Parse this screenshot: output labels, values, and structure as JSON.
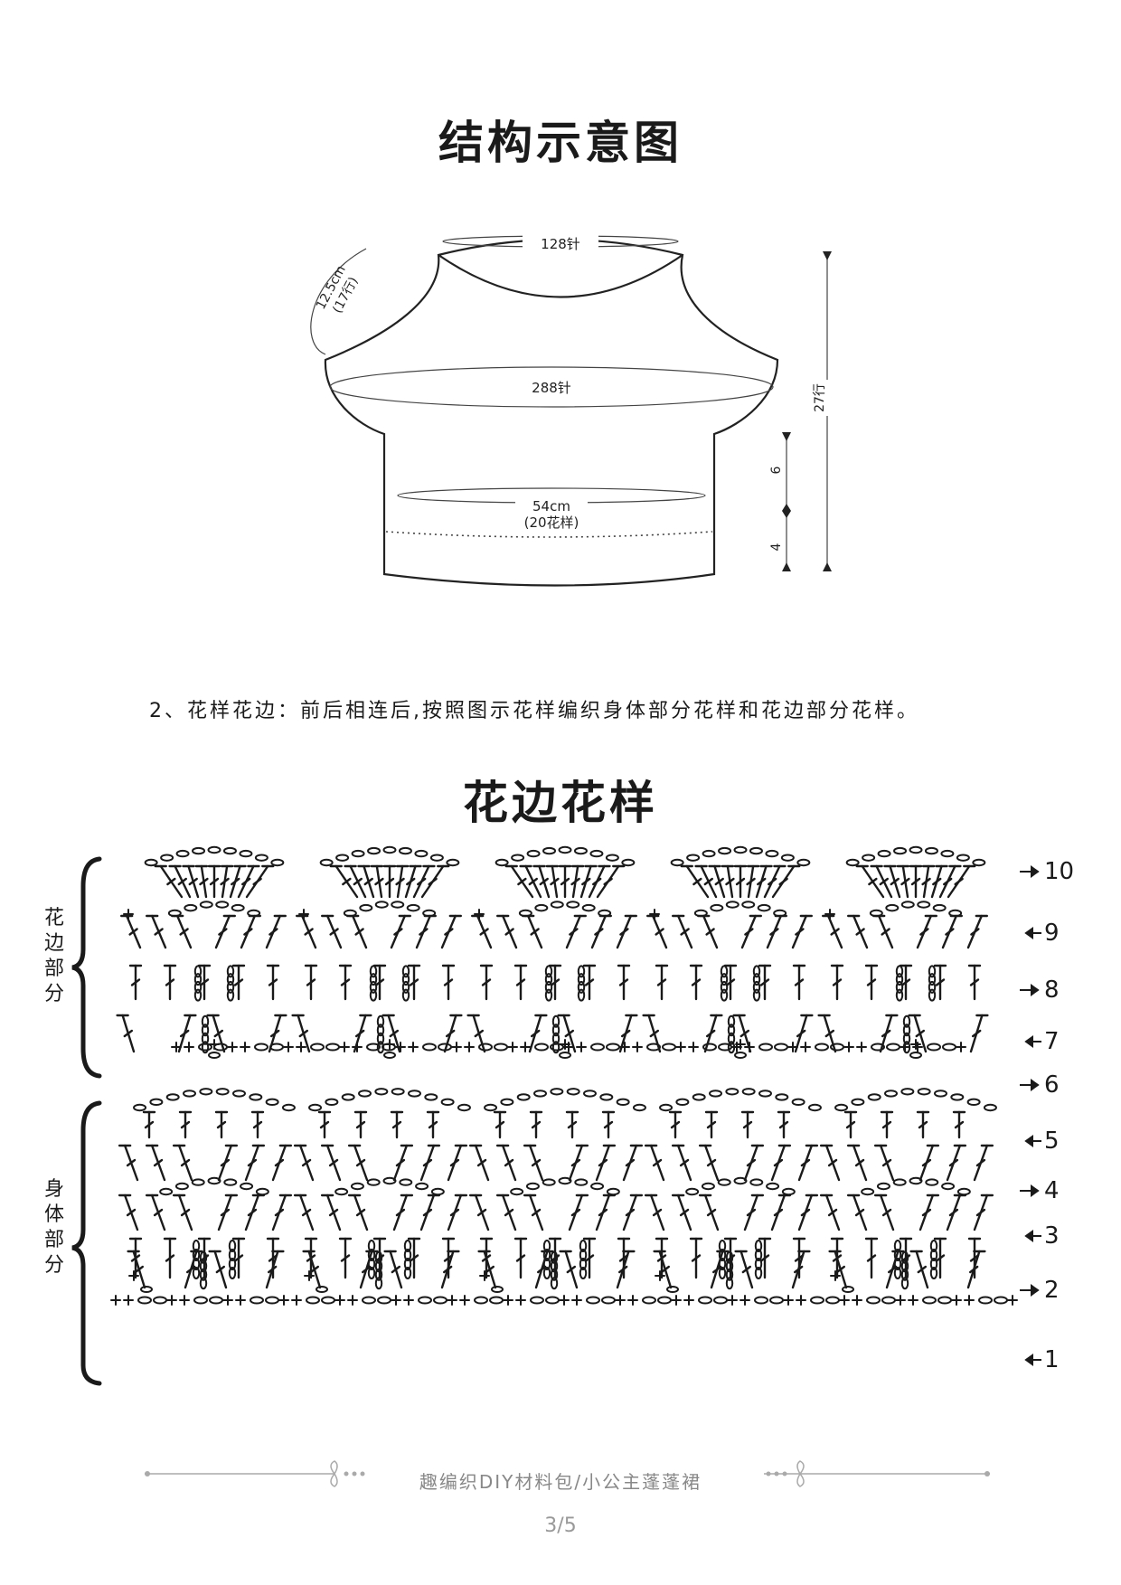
{
  "structure": {
    "title": "结构示意图",
    "labels": {
      "neck": "128针",
      "yoke_length": "12.5cm",
      "yoke_rows": "(17行)",
      "yoke_width": "288针",
      "body_width": "54cm",
      "body_motifs": "(20花样)",
      "total_rows": "27行",
      "body_rows": "6",
      "edge_rows": "4"
    }
  },
  "instruction": "2、花样花边：前后相连后,按照图示花样编织身体部分花样和花边部分花样。",
  "pattern": {
    "title": "花边花样",
    "sections": {
      "edge": "花边部分",
      "body": "身体部分"
    },
    "rows": [
      {
        "label": "10",
        "direction": "right"
      },
      {
        "label": "9",
        "direction": "left"
      },
      {
        "label": "8",
        "direction": "right"
      },
      {
        "label": "7",
        "direction": "left"
      },
      {
        "label": "6",
        "direction": "right"
      },
      {
        "label": "5",
        "direction": "left"
      },
      {
        "label": "4",
        "direction": "right"
      },
      {
        "label": "3",
        "direction": "left"
      },
      {
        "label": "2",
        "direction": "right"
      },
      {
        "label": "1",
        "direction": "left"
      }
    ]
  },
  "footer": {
    "text": "趣编织DIY材料包/小公主蓬蓬裙",
    "page": "3/5"
  }
}
